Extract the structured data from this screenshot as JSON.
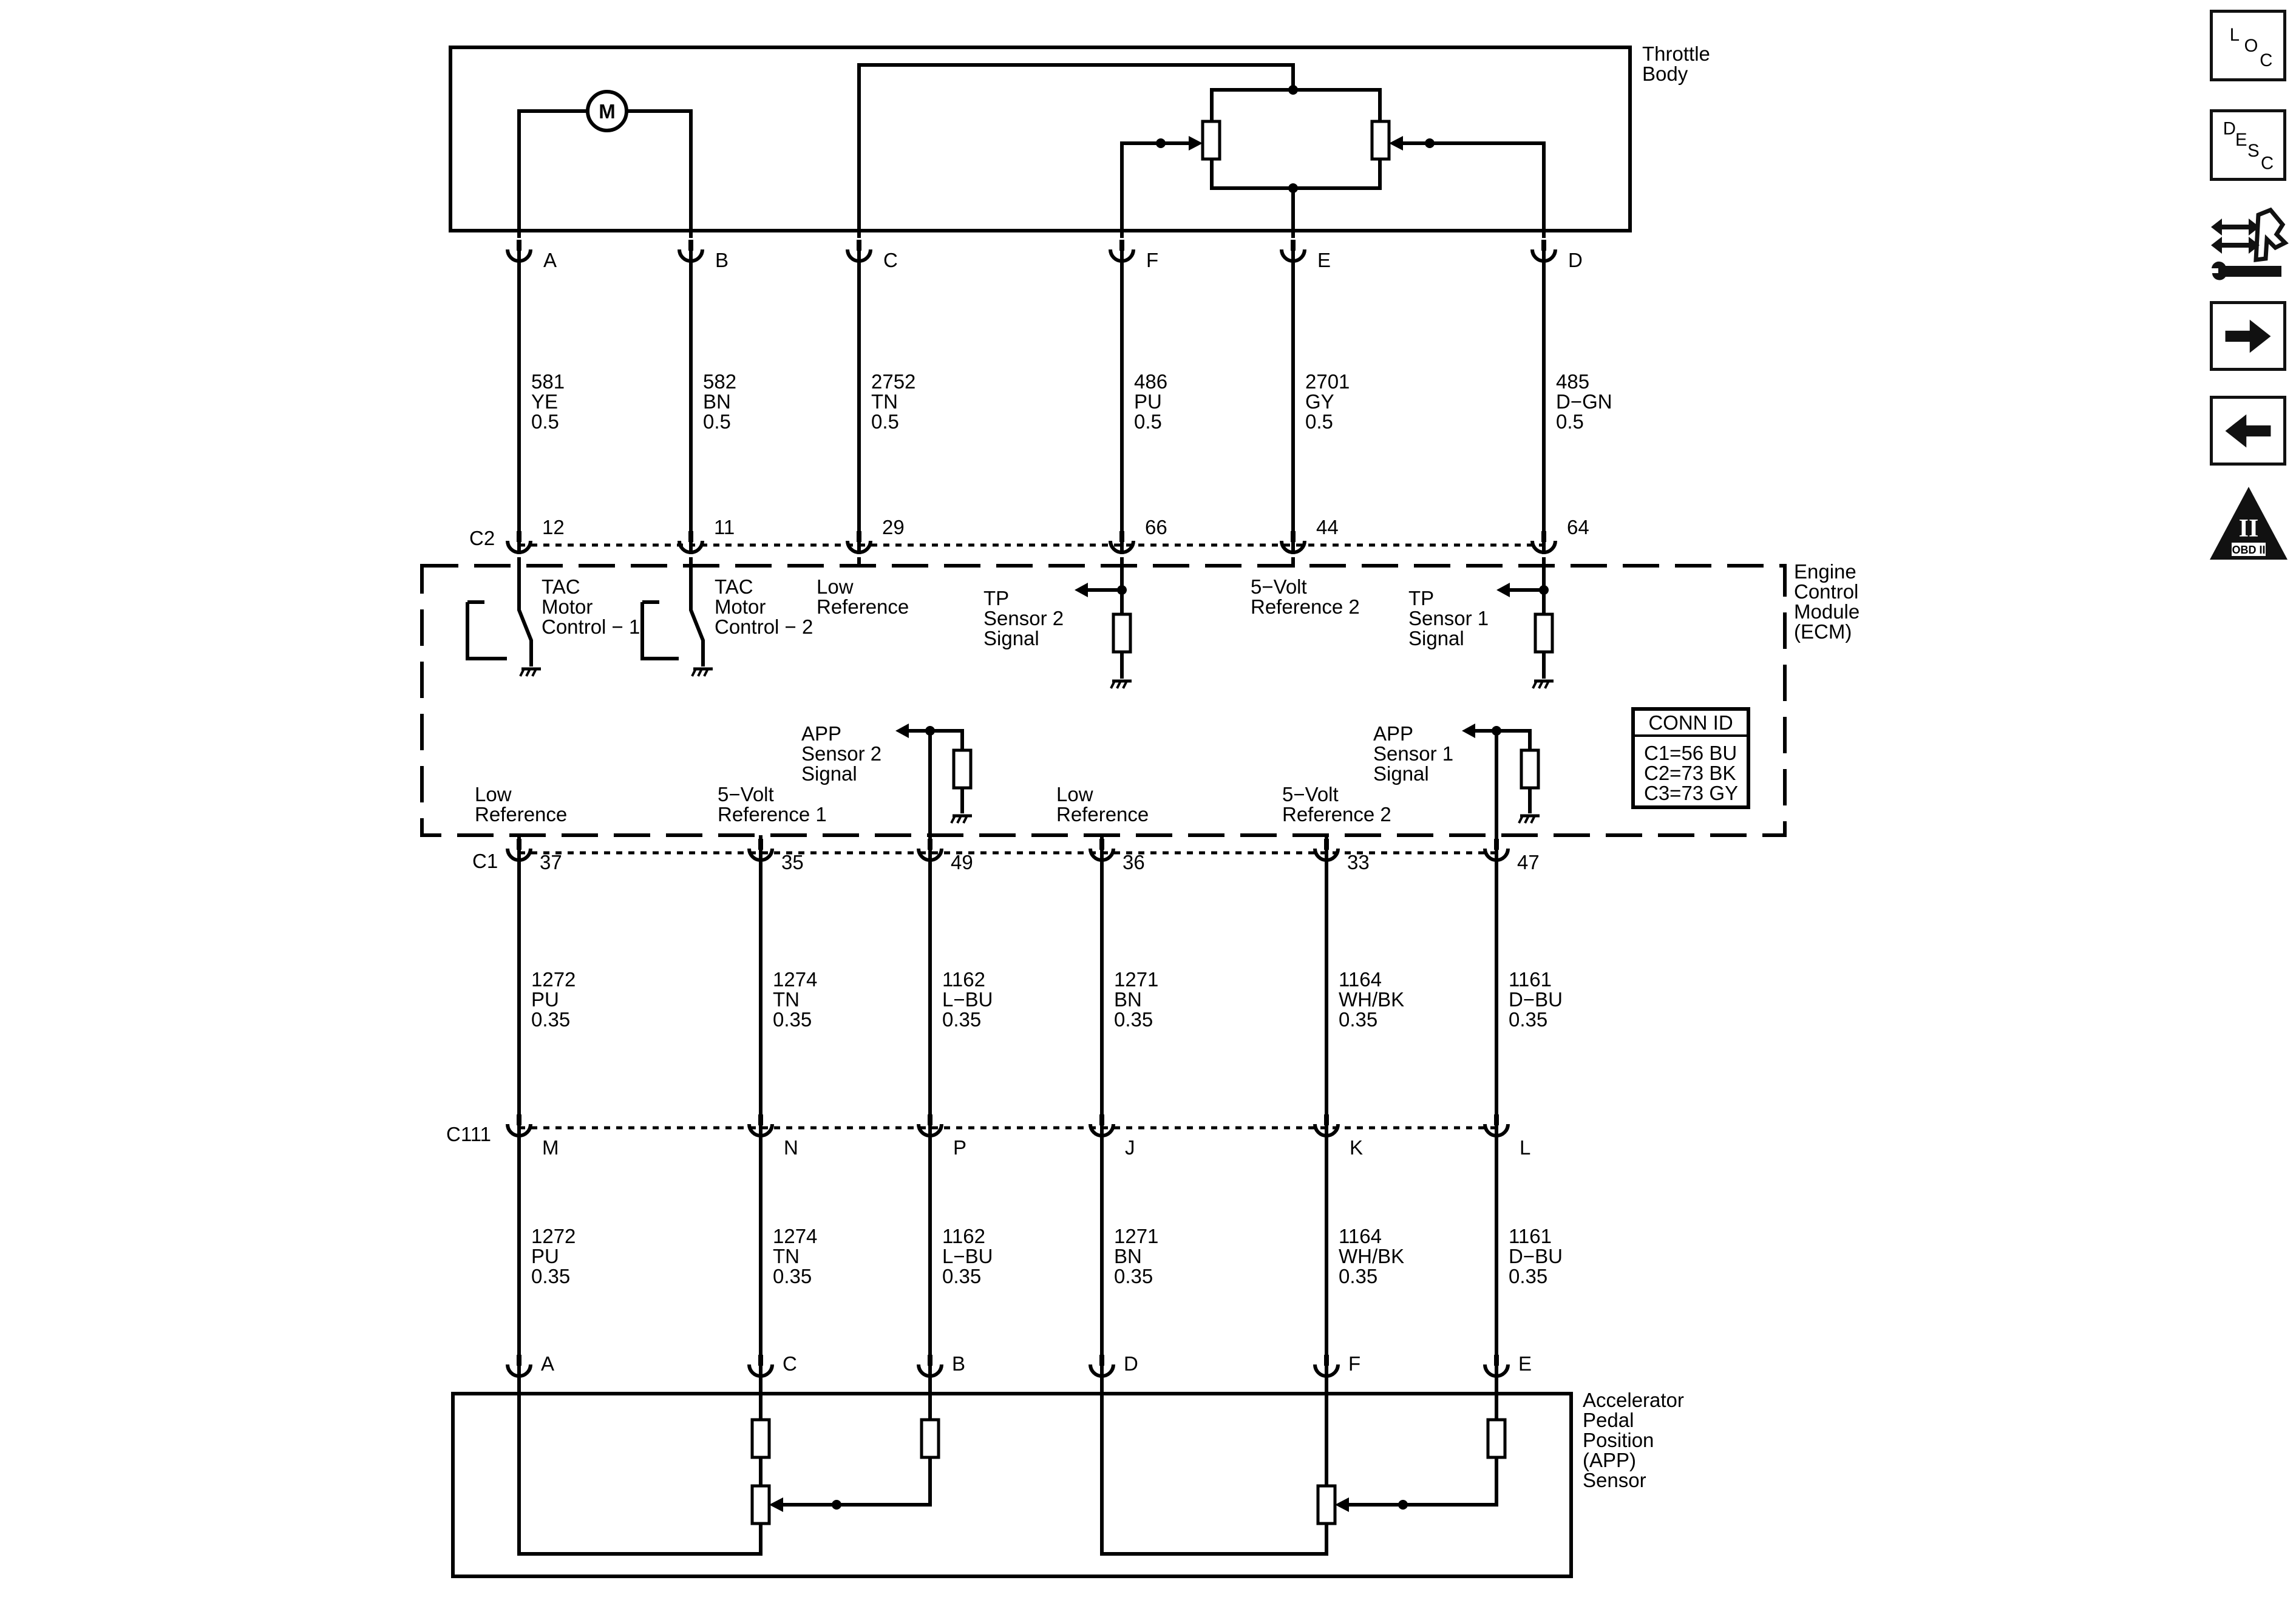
{
  "throttle_body": {
    "title": [
      "Throttle",
      "Body"
    ]
  },
  "ecm": {
    "title": [
      "Engine",
      "Control",
      "Module",
      "(ECM)"
    ]
  },
  "app_sensor": {
    "title": [
      "Accelerator",
      "Pedal",
      "Position",
      "(APP)",
      "Sensor"
    ]
  },
  "conn_id": {
    "header": "CONN ID",
    "lines": [
      "C1=56 BU",
      "C2=73 BK",
      "C3=73 GY"
    ]
  },
  "connectors": {
    "c2": "C2",
    "c1": "C1",
    "c111": "C111"
  },
  "throttle_pins": [
    "A",
    "B",
    "C",
    "F",
    "E",
    "D"
  ],
  "motor_symbol": "M",
  "upper_wires": [
    {
      "circuit": "581",
      "color": "YE",
      "gauge": "0.5"
    },
    {
      "circuit": "582",
      "color": "BN",
      "gauge": "0.5"
    },
    {
      "circuit": "2752",
      "color": "TN",
      "gauge": "0.5"
    },
    {
      "circuit": "486",
      "color": "PU",
      "gauge": "0.5"
    },
    {
      "circuit": "2701",
      "color": "GY",
      "gauge": "0.5"
    },
    {
      "circuit": "485",
      "color": "D−GN",
      "gauge": "0.5"
    }
  ],
  "c2_pins": [
    "12",
    "11",
    "29",
    "66",
    "44",
    "64"
  ],
  "ecm_upper_labels": [
    [
      "TAC",
      "Motor",
      "Control − 1"
    ],
    [
      "TAC",
      "Motor",
      "Control − 2"
    ],
    [
      "Low",
      "Reference"
    ],
    [
      "TP",
      "Sensor 2",
      "Signal"
    ],
    [
      "5−Volt",
      "Reference 2"
    ],
    [
      "TP",
      "Sensor 1",
      "Signal"
    ]
  ],
  "ecm_lower_labels": [
    [
      "Low",
      "Reference"
    ],
    [
      "5−Volt",
      "Reference 1"
    ],
    [
      "APP",
      "Sensor 2",
      "Signal"
    ],
    [
      "Low",
      "Reference"
    ],
    [
      "5−Volt",
      "Reference 2"
    ],
    [
      "APP",
      "Sensor 1",
      "Signal"
    ]
  ],
  "c1_pins": [
    "37",
    "35",
    "49",
    "36",
    "33",
    "47"
  ],
  "middle_wires": [
    {
      "circuit": "1272",
      "color": "PU",
      "gauge": "0.35"
    },
    {
      "circuit": "1274",
      "color": "TN",
      "gauge": "0.35"
    },
    {
      "circuit": "1162",
      "color": "L−BU",
      "gauge": "0.35"
    },
    {
      "circuit": "1271",
      "color": "BN",
      "gauge": "0.35"
    },
    {
      "circuit": "1164",
      "color": "WH/BK",
      "gauge": "0.35"
    },
    {
      "circuit": "1161",
      "color": "D−BU",
      "gauge": "0.35"
    }
  ],
  "c111_pins": [
    "M",
    "N",
    "P",
    "J",
    "K",
    "L"
  ],
  "lower_wires": [
    {
      "circuit": "1272",
      "color": "PU",
      "gauge": "0.35"
    },
    {
      "circuit": "1274",
      "color": "TN",
      "gauge": "0.35"
    },
    {
      "circuit": "1162",
      "color": "L−BU",
      "gauge": "0.35"
    },
    {
      "circuit": "1271",
      "color": "BN",
      "gauge": "0.35"
    },
    {
      "circuit": "1164",
      "color": "WH/BK",
      "gauge": "0.35"
    },
    {
      "circuit": "1161",
      "color": "D−BU",
      "gauge": "0.35"
    }
  ],
  "app_pins": [
    "A",
    "C",
    "B",
    "D",
    "F",
    "E"
  ],
  "sidebar": {
    "loc": [
      "L",
      "O",
      "C"
    ],
    "desc": [
      "D",
      "E",
      "S",
      "C"
    ],
    "obd": [
      "II",
      "OBD II"
    ]
  }
}
